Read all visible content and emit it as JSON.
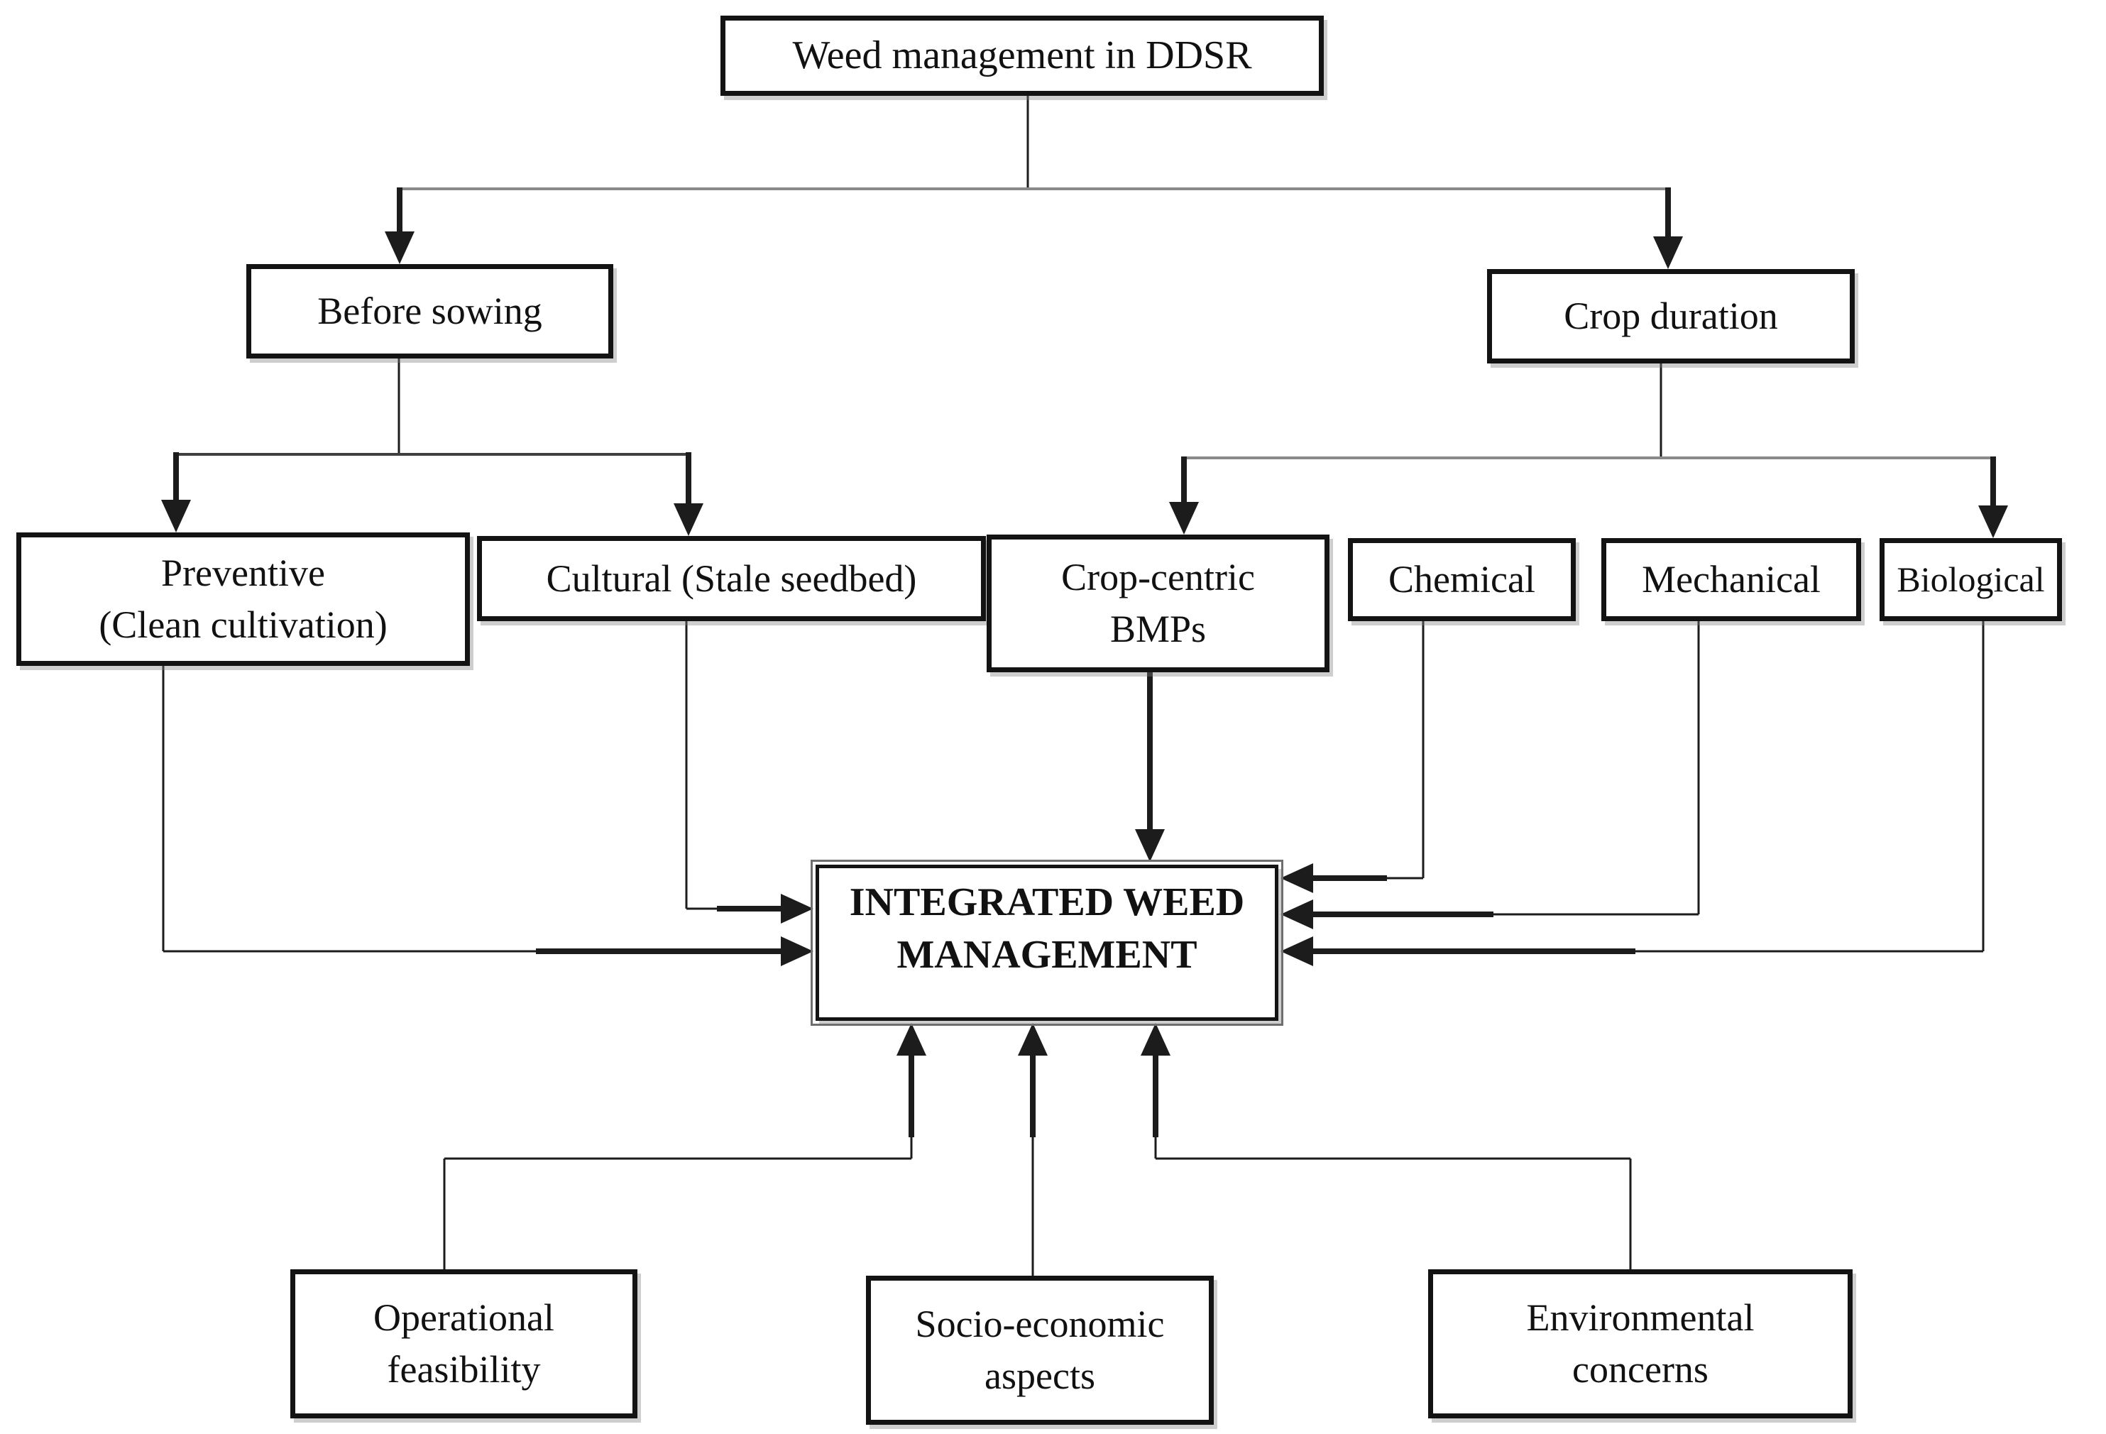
{
  "diagram": {
    "title": "Weed management in DDSR",
    "nodes": {
      "root": {
        "label": "Weed management in DDSR"
      },
      "before": {
        "label": "Before sowing"
      },
      "duration": {
        "label": "Crop duration"
      },
      "preventive": {
        "line1": "Preventive",
        "line2": "(Clean cultivation)"
      },
      "cultural": {
        "label": "Cultural (Stale seedbed)"
      },
      "bmps": {
        "line1": "Crop-centric",
        "line2": "BMPs"
      },
      "chemical": {
        "label": "Chemical"
      },
      "mechanical": {
        "label": "Mechanical"
      },
      "biological": {
        "label": "Biological"
      },
      "iwm": {
        "line1": "INTEGRATED WEED",
        "line2": "MANAGEMENT"
      },
      "operational": {
        "line1": "Operational",
        "line2": "feasibility"
      },
      "socio": {
        "line1": "Socio-economic",
        "line2": "aspects"
      },
      "environment": {
        "line1": "Environmental",
        "line2": "concerns"
      }
    },
    "colors": {
      "background": "#ffffff",
      "text": "#111111",
      "box_border": "#131313",
      "line_dark": "#1c1c1c",
      "line_mid": "#3f3f3f",
      "line_gray": "#8a8a8a"
    }
  }
}
